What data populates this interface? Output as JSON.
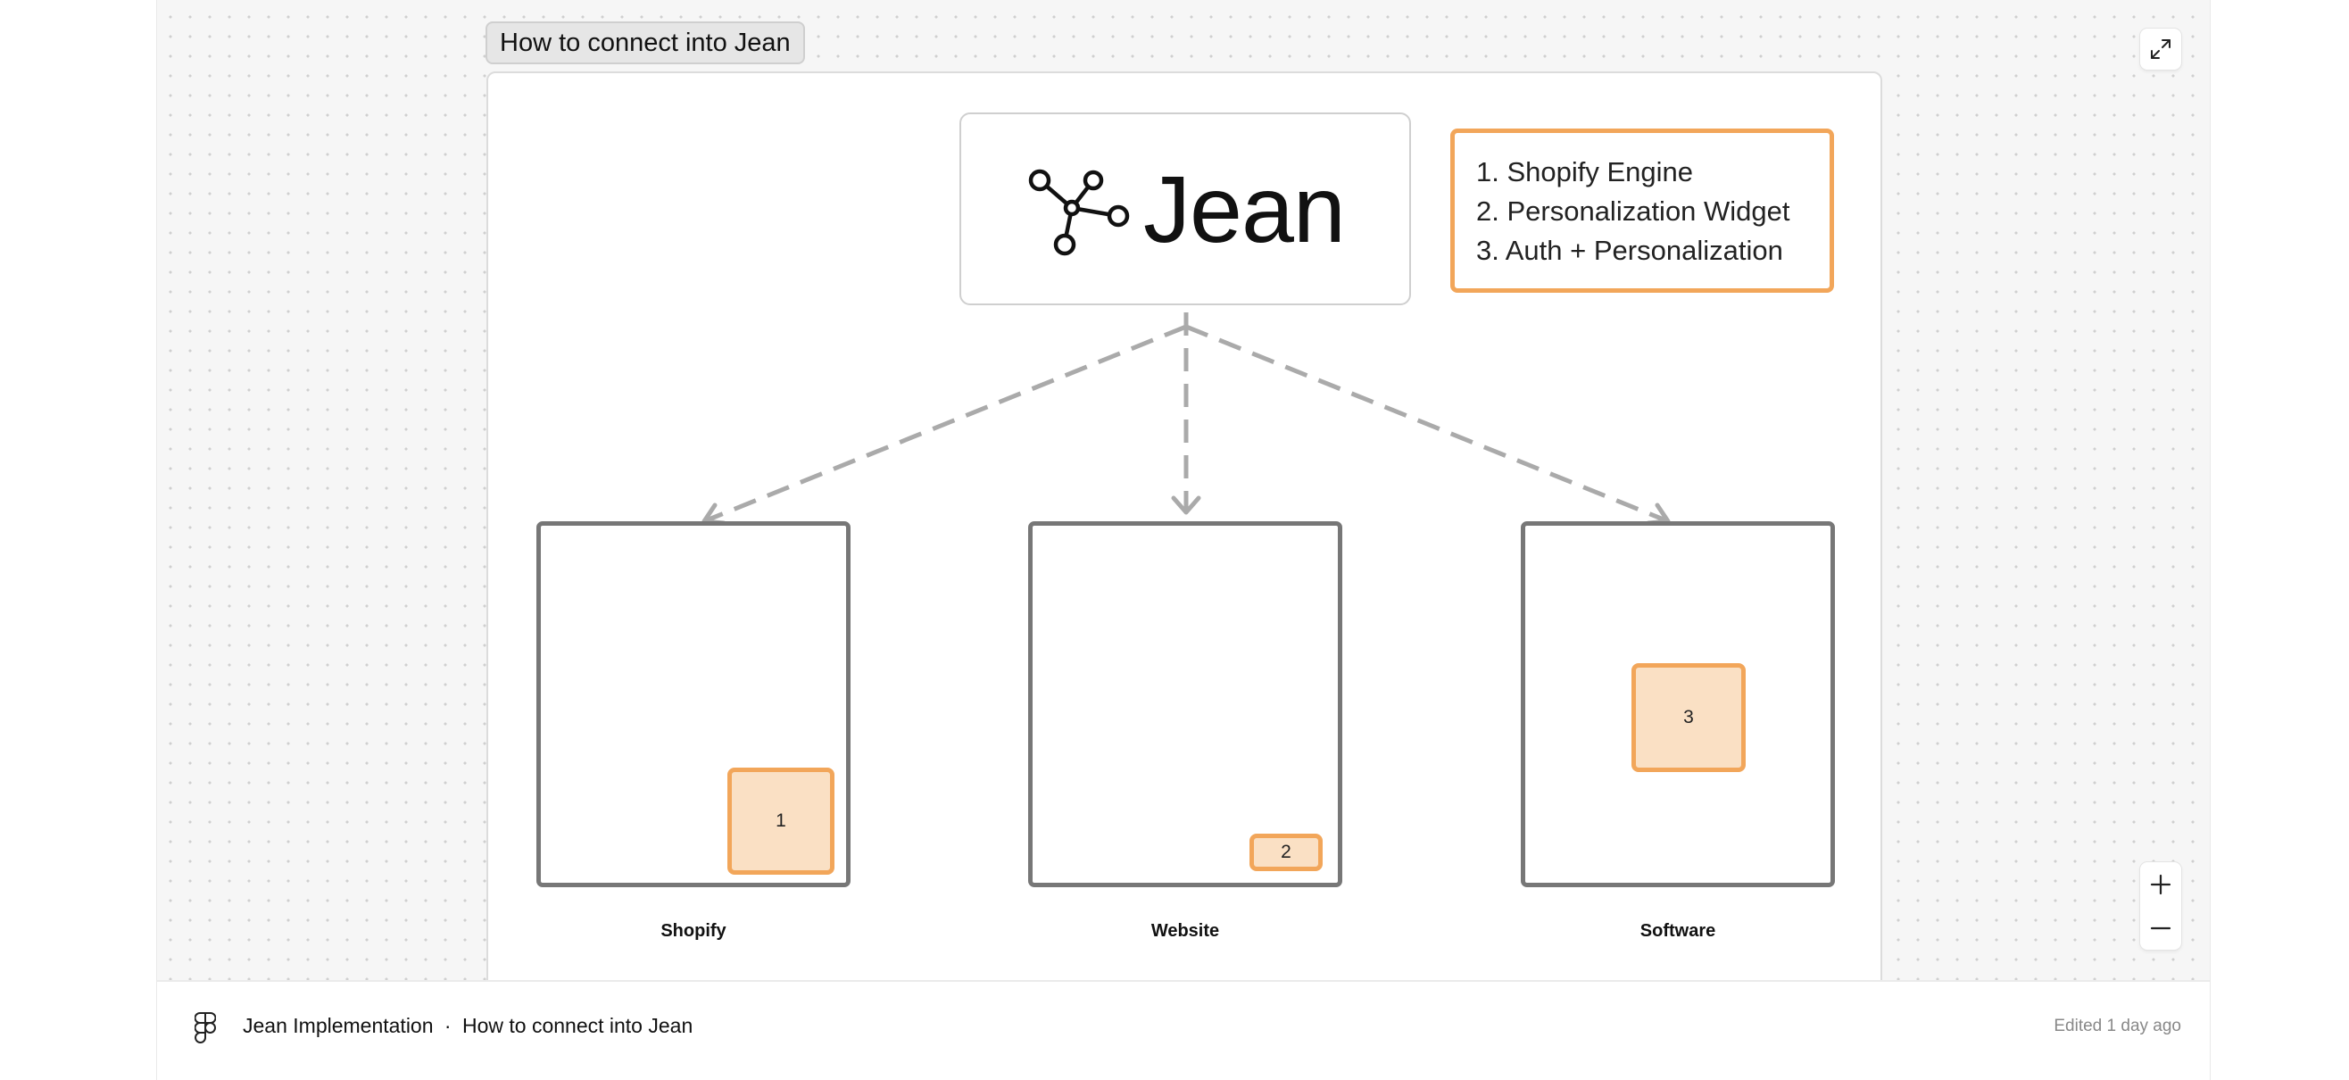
{
  "canvas": {
    "frame_label": "How to connect into Jean"
  },
  "logo": {
    "word": "Jean",
    "icon": "network-nodes-icon"
  },
  "steps": [
    {
      "label": "1. Shopify Engine"
    },
    {
      "label": "2. Personalization Widget"
    },
    {
      "label": "3. Auth + Personalization"
    }
  ],
  "targets": [
    {
      "label": "Shopify",
      "chip": "1"
    },
    {
      "label": "Website",
      "chip": "2"
    },
    {
      "label": "Software",
      "chip": "3"
    }
  ],
  "toolbar": {
    "fullscreen_icon": "expand-icon",
    "zoom_in_icon": "plus-icon",
    "zoom_out_icon": "minus-icon"
  },
  "footer": {
    "file_name": "Jean Implementation",
    "separator": "·",
    "page_name": "How to connect into Jean",
    "edited": "Edited 1 day ago",
    "logo_icon": "figma-logo-icon"
  },
  "colors": {
    "accent_orange": "#f2a65a",
    "chip_fill": "#fae0c4",
    "connector_gray": "#aaaaaa",
    "box_border": "#777777"
  }
}
